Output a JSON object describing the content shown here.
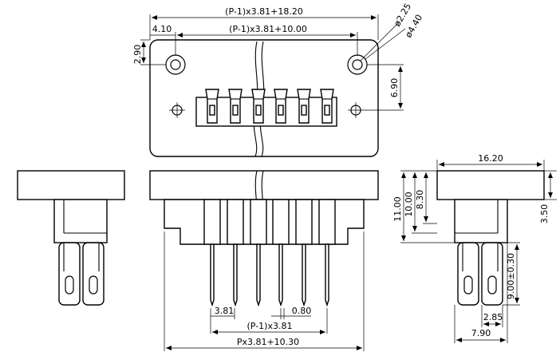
{
  "drawing": {
    "top_view": {
      "overall_width": "(P-1)x3.81+18.20",
      "hole_spacing": "(P-1)x3.81+10.00",
      "edge_offset": "4.10",
      "hole_height": "2.90",
      "inner_hole_dia": "ø2.25",
      "outer_hole_dia": "ø4.40",
      "hole_to_center": "6.90"
    },
    "front_view": {
      "pitch": "3.81",
      "pin_width": "0.80",
      "pin_span": "(P-1)x3.81",
      "total_width": "Px3.81+10.30"
    },
    "side_view": {
      "depth": "16.20",
      "flange_thickness": "3.50",
      "total_height": "11.00",
      "body_height_a": "10.00",
      "body_height_b": "8.30",
      "pin_length": "9.00±0.30",
      "pin_offset": "2.85",
      "base_width": "7.90"
    }
  }
}
